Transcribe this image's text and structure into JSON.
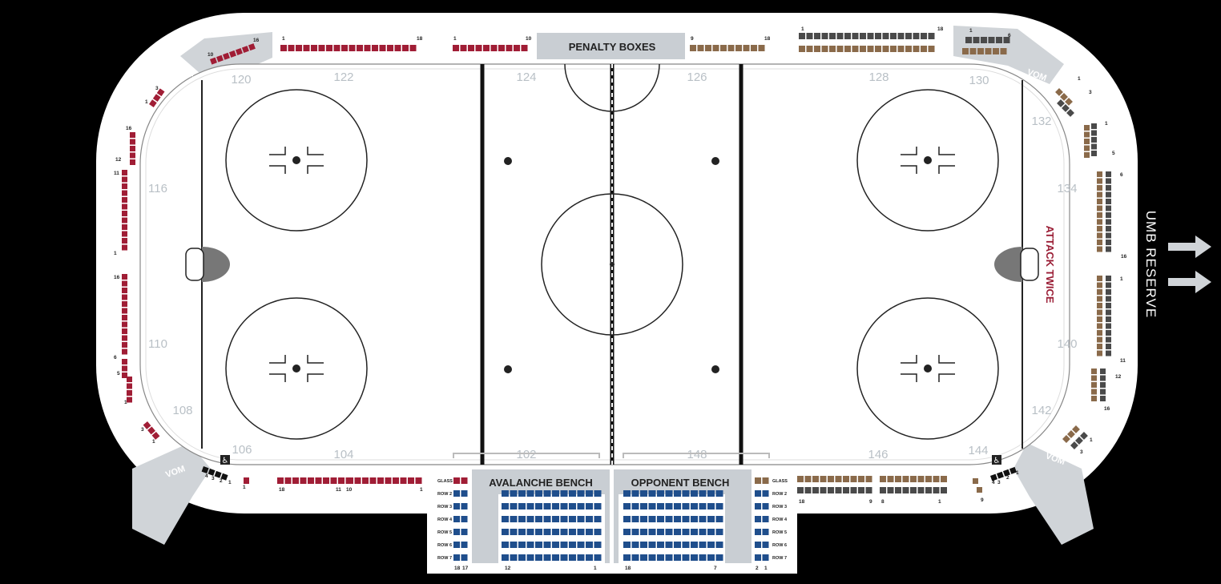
{
  "venue": {
    "sections": {
      "s102": "102",
      "s104": "104",
      "s106": "106",
      "s108": "108",
      "s110": "110",
      "s116": "116",
      "s120": "120",
      "s122": "122",
      "s124": "124",
      "s126": "126",
      "s128": "128",
      "s130": "130",
      "s132": "132",
      "s134": "134",
      "s140": "140",
      "s142": "142",
      "s144": "144",
      "s146": "146",
      "s148": "148"
    },
    "labels": {
      "penalty_boxes": "PENALTY BOXES",
      "avalanche_bench": "AVALANCHE BENCH",
      "opponent_bench": "OPPONENT BENCH",
      "vom": "VOM",
      "side_reserve": "UMB RESERVE",
      "attack_twice": "ATTACK TWICE",
      "glass": "GLASS",
      "rows": [
        "ROW 2",
        "ROW 3",
        "ROW 4",
        "ROW 5",
        "ROW 6",
        "ROW 7"
      ]
    },
    "seat_numbers": {
      "n1": "1",
      "n2": "2",
      "n3": "3",
      "n4": "4",
      "n5": "5",
      "n6": "6",
      "n7": "7",
      "n8": "8",
      "n9": "9",
      "n10": "10",
      "n11": "11",
      "n12": "12",
      "n16": "16",
      "n17": "17",
      "n18": "18"
    },
    "colors": {
      "red_seats": "#a01d35",
      "tan_seats": "#8a6a4a",
      "gray_seats": "#4a4a4a",
      "blue_seats": "#1f4e8c",
      "concourse": "#d0d4d8",
      "ice": "#ffffff"
    }
  }
}
